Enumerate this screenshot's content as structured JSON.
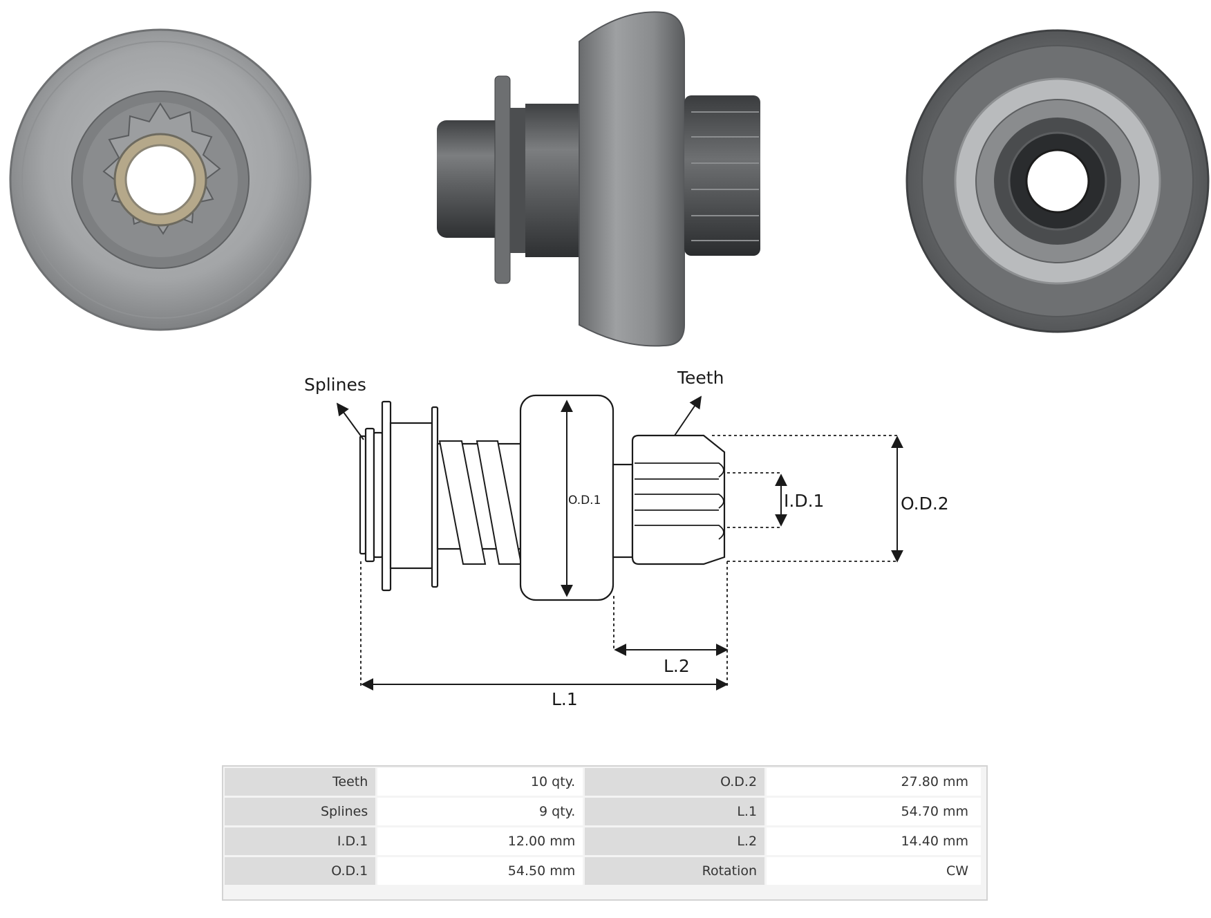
{
  "diagram": {
    "labels": {
      "splines": "Splines",
      "teeth": "Teeth",
      "od1": "O.D.1",
      "id1": "I.D.1",
      "od2": "O.D.2",
      "l1": "L.1",
      "l2": "L.2"
    }
  },
  "specs": [
    {
      "key": "Teeth",
      "value": "10 qty.",
      "key2": "O.D.2",
      "value2": "27.80 mm"
    },
    {
      "key": "Splines",
      "value": "9 qty.",
      "key2": "L.1",
      "value2": "54.70 mm"
    },
    {
      "key": "I.D.1",
      "value": "12.00 mm",
      "key2": "L.2",
      "value2": "14.40 mm"
    },
    {
      "key": "O.D.1",
      "value": "54.50 mm",
      "key2": "Rotation",
      "value2": "CW"
    }
  ],
  "colors": {
    "metal_light": "#a9abad",
    "metal_dark": "#5b5d5f",
    "table_key_bg": "#dcdcdc"
  }
}
